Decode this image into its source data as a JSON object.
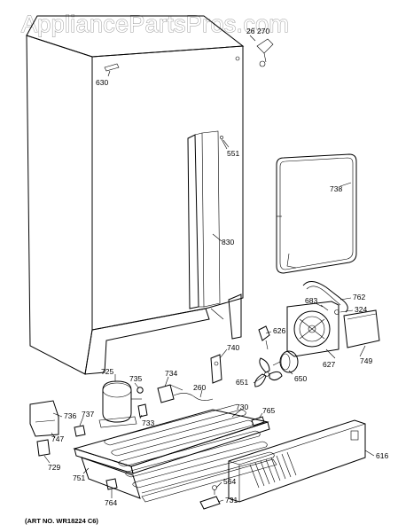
{
  "watermark": "AppliancePartsPros.com",
  "art_number": "(ART NO. WR18224 C6)",
  "parts": [
    {
      "id": "p270",
      "label": "270"
    },
    {
      "id": "p26",
      "label": "26"
    },
    {
      "id": "p630",
      "label": "630"
    },
    {
      "id": "p551",
      "label": "551"
    },
    {
      "id": "p738",
      "label": "738"
    },
    {
      "id": "p830",
      "label": "830"
    },
    {
      "id": "p762",
      "label": "762"
    },
    {
      "id": "p683",
      "label": "683"
    },
    {
      "id": "p324",
      "label": "324"
    },
    {
      "id": "p626",
      "label": "626"
    },
    {
      "id": "p740",
      "label": "740"
    },
    {
      "id": "p627",
      "label": "627"
    },
    {
      "id": "p749",
      "label": "749"
    },
    {
      "id": "p725",
      "label": "725"
    },
    {
      "id": "p735",
      "label": "735"
    },
    {
      "id": "p734",
      "label": "734"
    },
    {
      "id": "p651",
      "label": "651"
    },
    {
      "id": "p650",
      "label": "650"
    },
    {
      "id": "p260",
      "label": "260"
    },
    {
      "id": "p730",
      "label": "730"
    },
    {
      "id": "p765",
      "label": "765"
    },
    {
      "id": "p736",
      "label": "736"
    },
    {
      "id": "p737",
      "label": "737"
    },
    {
      "id": "p733",
      "label": "733"
    },
    {
      "id": "p747",
      "label": "747"
    },
    {
      "id": "p616",
      "label": "616"
    },
    {
      "id": "p729",
      "label": "729"
    },
    {
      "id": "p751",
      "label": "751"
    },
    {
      "id": "p564",
      "label": "564"
    },
    {
      "id": "p764",
      "label": "764"
    },
    {
      "id": "p731",
      "label": "731"
    }
  ]
}
